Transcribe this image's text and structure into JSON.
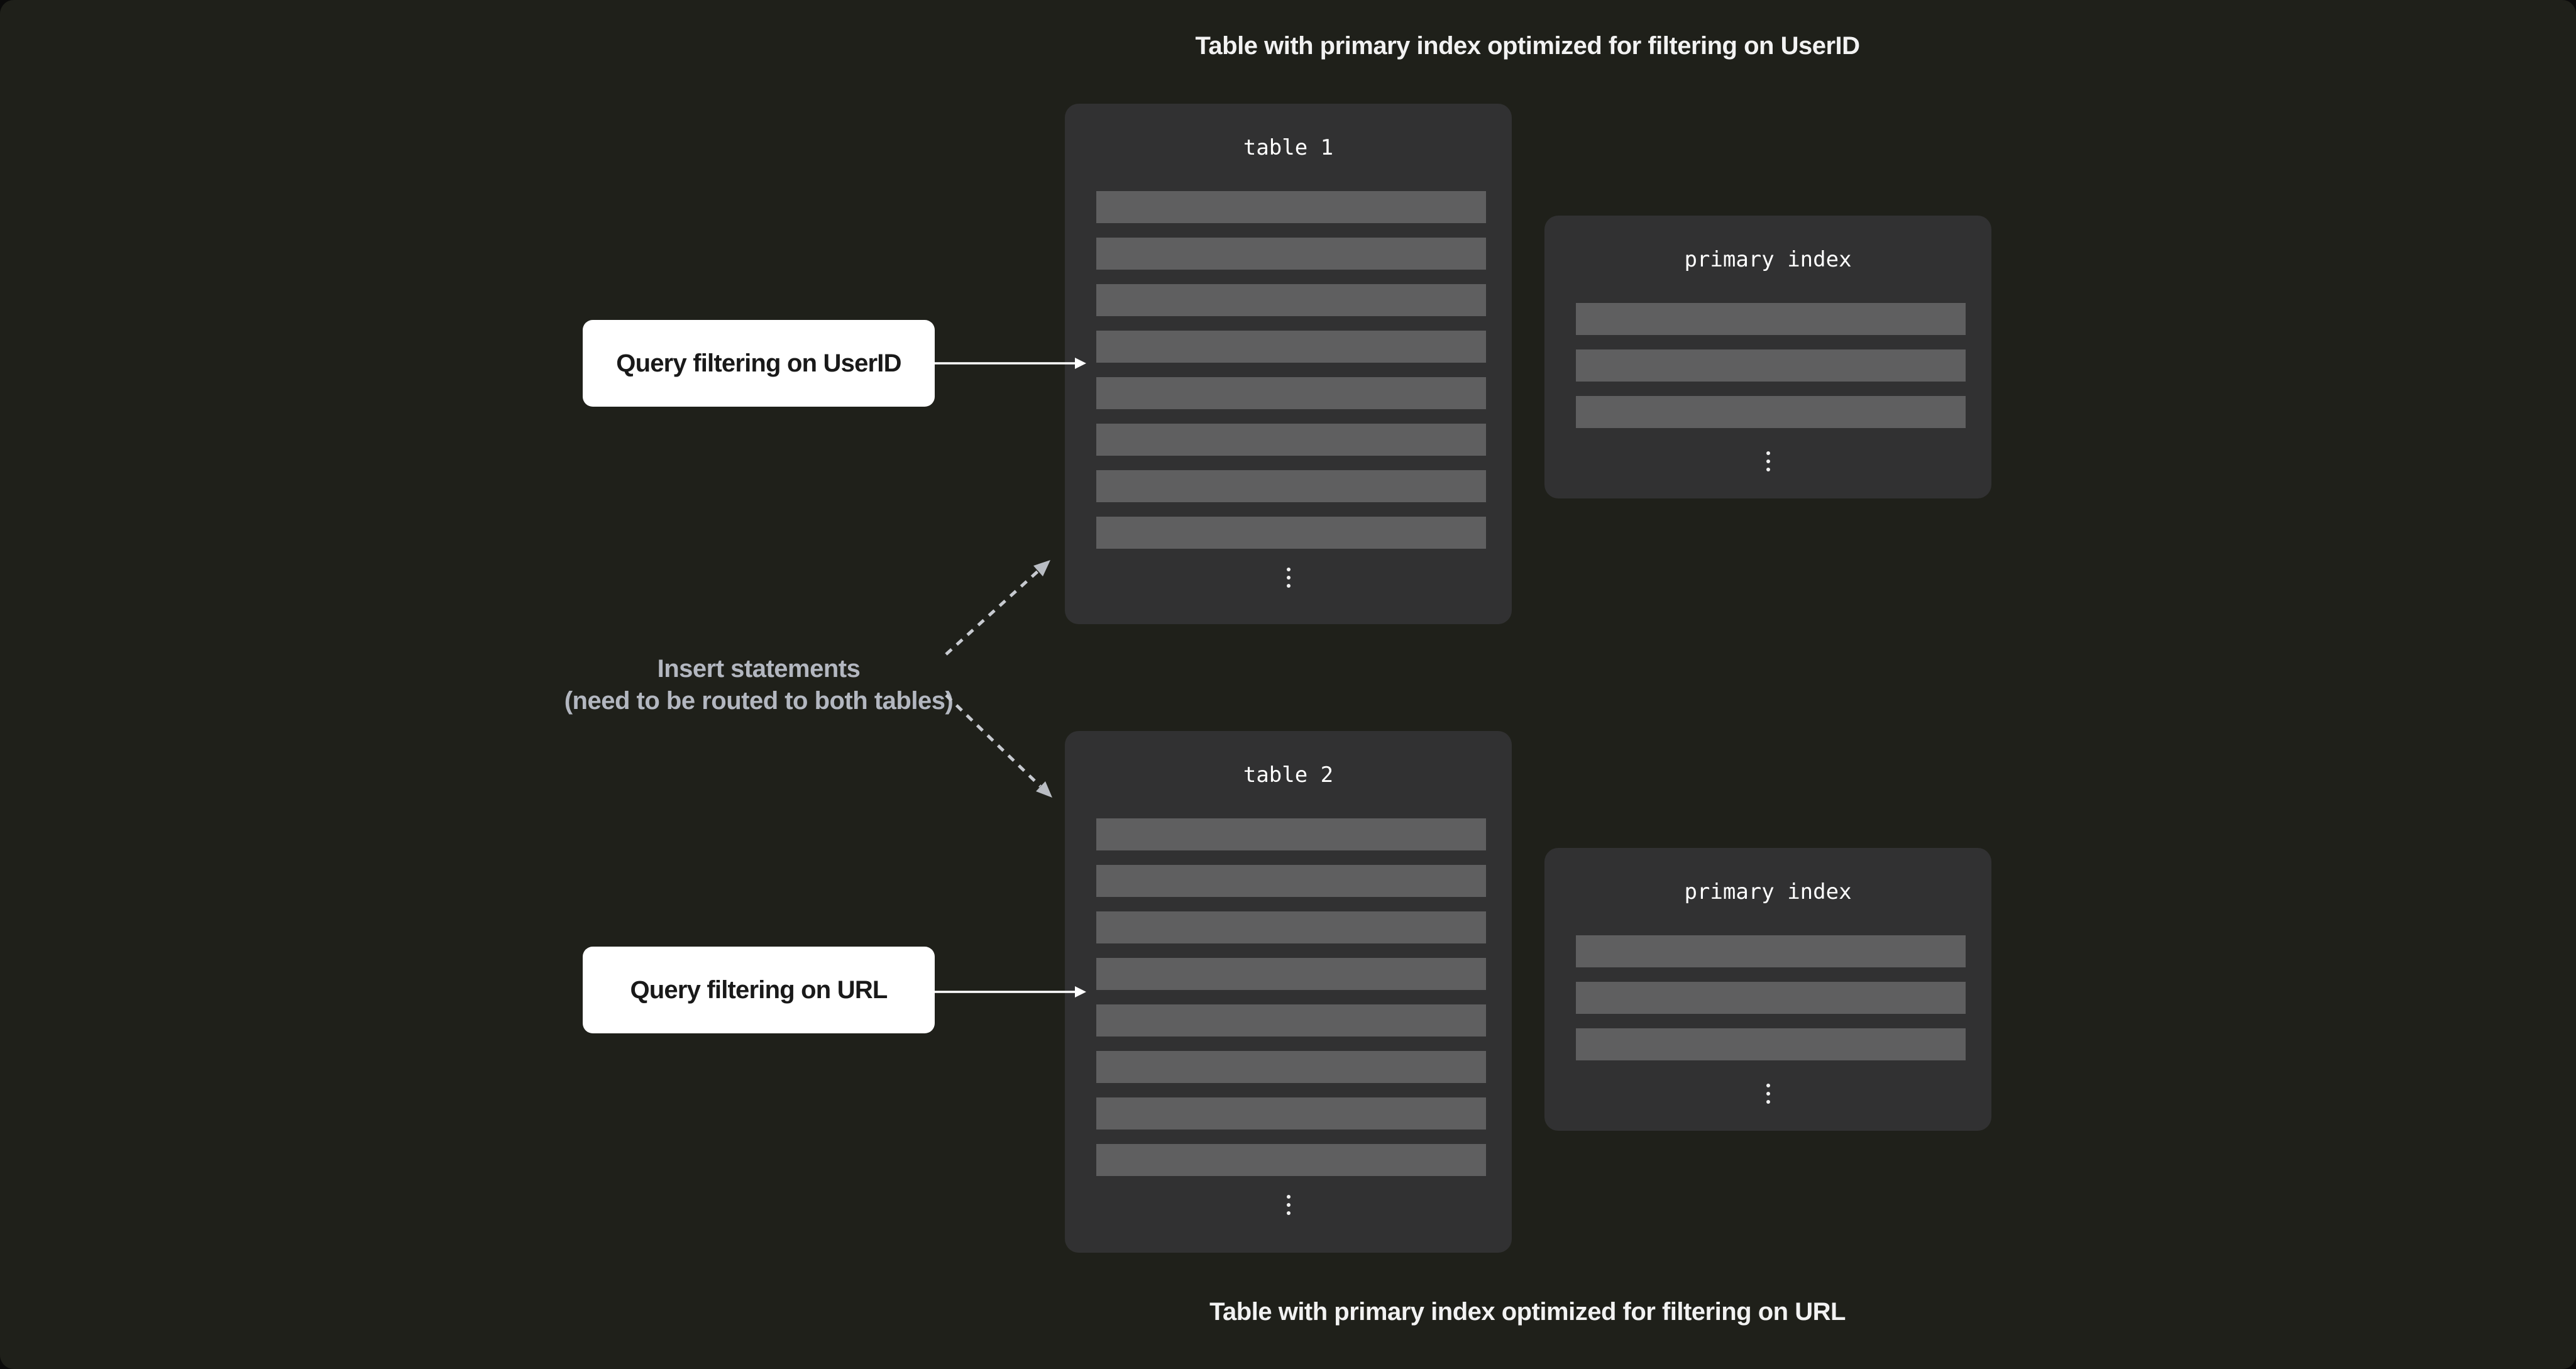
{
  "captions": {
    "top": "Table with primary index optimized for filtering on UserID",
    "bottom": "Table with primary index optimized for filtering on URL"
  },
  "table1": {
    "title": "table 1",
    "row_count": 8
  },
  "index1": {
    "title": "primary index",
    "row_count": 3
  },
  "table2": {
    "title": "table 2",
    "row_count": 8
  },
  "index2": {
    "title": "primary index",
    "row_count": 3
  },
  "labels": {
    "query_userid": "Query filtering on UserID",
    "query_url": "Query filtering on URL"
  },
  "note": {
    "line1": "Insert statements",
    "line2": "(need to be routed to both tables)"
  },
  "icons": {
    "table1_ellipsis": "vertical-ellipsis",
    "index1_ellipsis": "vertical-ellipsis",
    "table2_ellipsis": "vertical-ellipsis",
    "index2_ellipsis": "vertical-ellipsis"
  },
  "colors": {
    "background": "#1F201A",
    "panel": "#313132",
    "row": "#5F5F60",
    "title": "#FFFFFF",
    "dots": "#F0F0F0",
    "label_bg": "#FFFFFF",
    "label_text": "#191919",
    "caption": "#F2F2F2",
    "note": "#B3B7C0",
    "arrow_solid": "#FFFFFF",
    "arrow_dash": "#C7CAD0",
    "arrow_dash_head": "#B9BDC3"
  }
}
